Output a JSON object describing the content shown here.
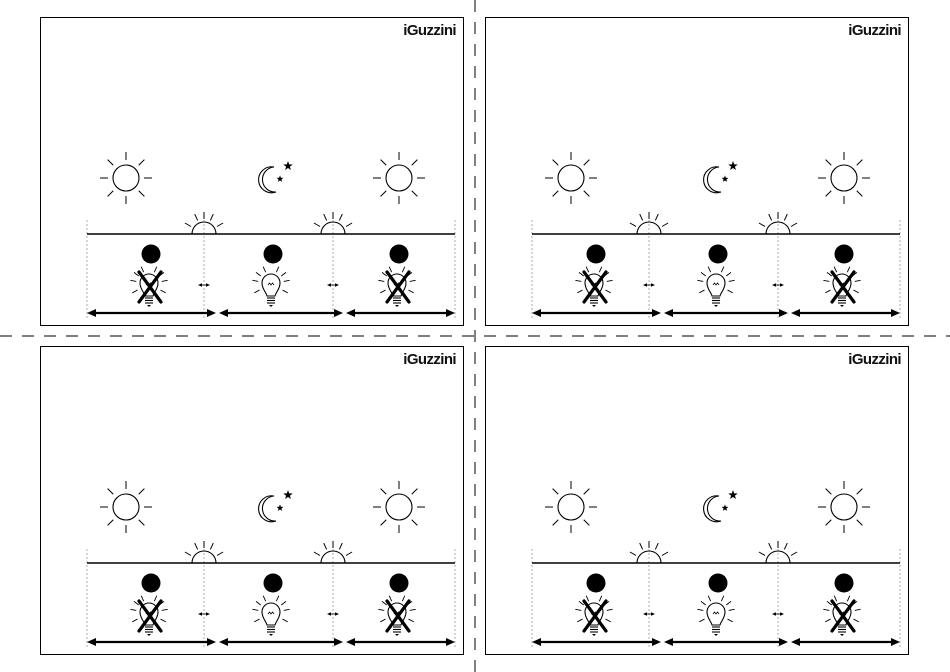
{
  "brand": {
    "logo_text": "iGuzzini"
  },
  "panels": [
    {
      "id": "top-left"
    },
    {
      "id": "top-right"
    },
    {
      "id": "bottom-left"
    },
    {
      "id": "bottom-right"
    }
  ],
  "diagram": {
    "scenes": [
      {
        "period": "day",
        "sky_icon": "sun-icon",
        "indicator": "filled-dot",
        "lamp": "bulb-off-crossed-icon"
      },
      {
        "period": "night",
        "sky_icon": "moon-stars-icon",
        "indicator": "filled-dot",
        "lamp": "bulb-on-icon"
      },
      {
        "period": "day",
        "sky_icon": "sun-icon",
        "indicator": "filled-dot",
        "lamp": "bulb-off-crossed-icon"
      }
    ],
    "transitions": [
      {
        "icon": "horizon-sun-icon"
      },
      {
        "icon": "horizon-sun-icon"
      }
    ]
  },
  "colors": {
    "ink": "#000000",
    "guide": "#9a9a9a",
    "paper": "#ffffff"
  }
}
